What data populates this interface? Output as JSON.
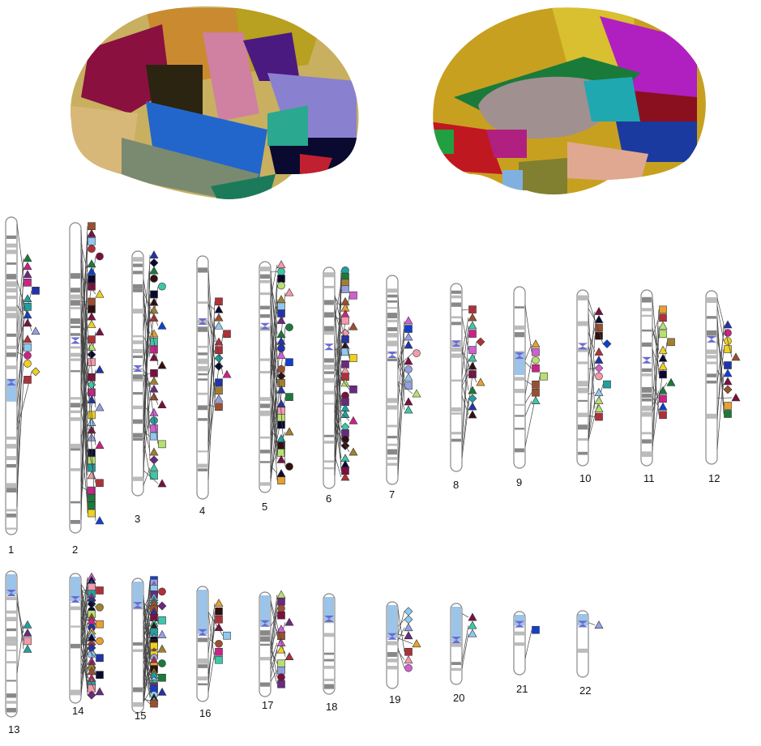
{
  "figure": {
    "brain_views": [
      "lateral",
      "medial"
    ],
    "chromosomes": [
      {
        "label": "1"
      },
      {
        "label": "2"
      },
      {
        "label": "3"
      },
      {
        "label": "4"
      },
      {
        "label": "5"
      },
      {
        "label": "6"
      },
      {
        "label": "7"
      },
      {
        "label": "8"
      },
      {
        "label": "9"
      },
      {
        "label": "10"
      },
      {
        "label": "11"
      },
      {
        "label": "12"
      },
      {
        "label": "13"
      },
      {
        "label": "14"
      },
      {
        "label": "15"
      },
      {
        "label": "16"
      },
      {
        "label": "17"
      },
      {
        "label": "18"
      },
      {
        "label": "19"
      },
      {
        "label": "20"
      },
      {
        "label": "21"
      },
      {
        "label": "22"
      }
    ],
    "region_colors": [
      "#2233aa",
      "#7a1040",
      "#cc2288",
      "#e8a030",
      "#1a7a3a",
      "#3cc8a8",
      "#94a0e0",
      "#1040d0",
      "#b0303a",
      "#f0d020",
      "#9a5030",
      "#301010",
      "#6a2a80",
      "#d060d0",
      "#20a0a0",
      "#f59aaa",
      "#0a0a30",
      "#b8e070",
      "#90c8f0",
      "#a08030"
    ]
  }
}
